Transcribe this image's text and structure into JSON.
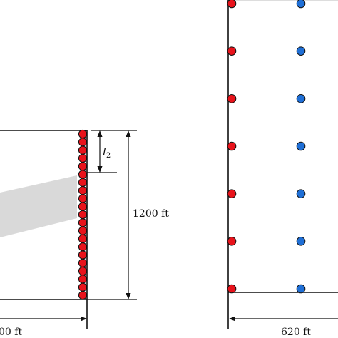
{
  "labels": {
    "l2_symbol": "l",
    "l2_subscript": "2",
    "height": "1200 ft",
    "left_width": "00 ft",
    "right_width": "620 ft"
  },
  "colors": {
    "red_circle": "#e8131b",
    "blue_circle": "#1f6fd6",
    "shaded_band": "#d9d9d9",
    "line": "#111111"
  },
  "left_panel": {
    "red_well_count": 21
  },
  "right_panel": {
    "red_well_count": 7,
    "blue_well_count": 7
  }
}
